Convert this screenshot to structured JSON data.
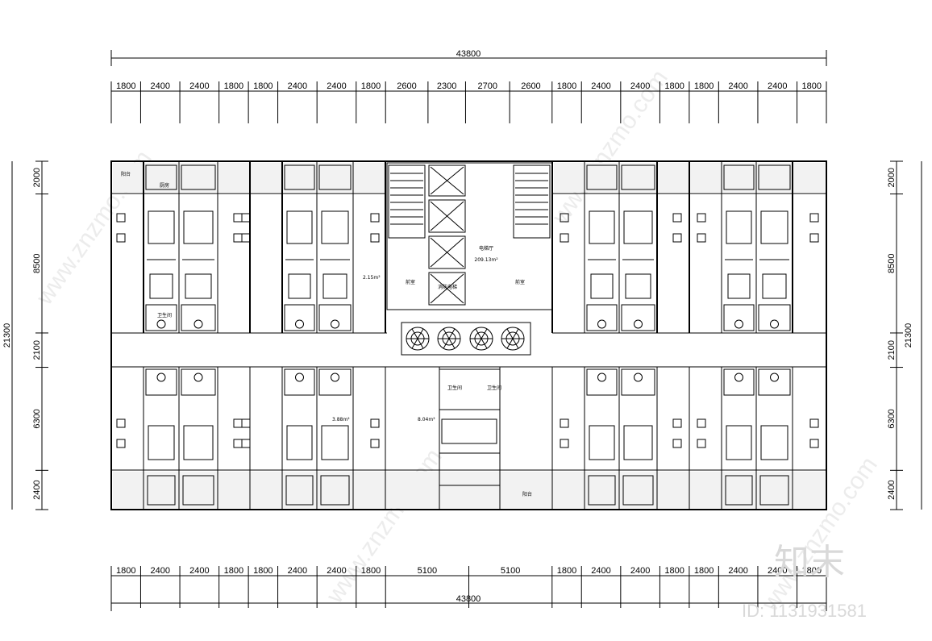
{
  "drawing": {
    "overall_top": "43800",
    "overall_bottom": "43800",
    "top_dims": [
      "1800",
      "2400",
      "2400",
      "1800",
      "1800",
      "2400",
      "2400",
      "1800",
      "2600",
      "2300",
      "2700",
      "2600",
      "1800",
      "2400",
      "2400",
      "1800",
      "1800",
      "2400",
      "2400",
      "1800"
    ],
    "bottom_dims": [
      "1800",
      "2400",
      "2400",
      "1800",
      "1800",
      "2400",
      "2400",
      "1800",
      "5100",
      "5100",
      "1800",
      "2400",
      "2400",
      "1800",
      "1800",
      "2400",
      "2400",
      "1800"
    ],
    "left_total": "21300",
    "right_total": "21300",
    "side_dims": [
      "2000",
      "8500",
      "2100",
      "6300",
      "2400"
    ]
  },
  "rooms": {
    "elevator_hall": "电梯厅",
    "elevator_hall_area": "209.13m²",
    "fire_elevator": "消防电梯",
    "vestibule": "前室",
    "kitchen": "厨房",
    "bathroom": "卫生间",
    "balcony": "阳台",
    "area_type1": "2.15m²",
    "area_type2": "3.88m²",
    "area_type3": "8.04m²"
  },
  "watermark": {
    "brand": "知末",
    "id": "ID: 1131931581",
    "site": "www.znzmo.com"
  }
}
